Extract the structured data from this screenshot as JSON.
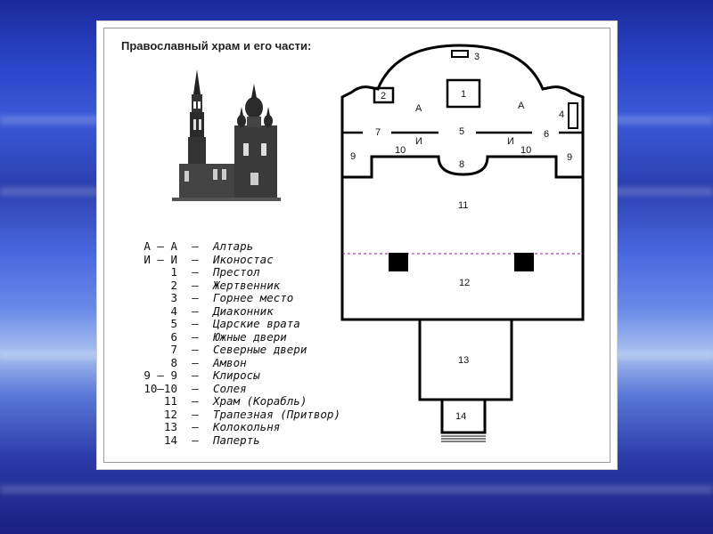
{
  "title": "Православный храм и его части:",
  "legend": [
    {
      "key": "А – А",
      "dash": "–",
      "value": "Алтарь"
    },
    {
      "key": "И – И",
      "dash": "–",
      "value": "Иконостас"
    },
    {
      "key": "1",
      "dash": "–",
      "value": "Престол"
    },
    {
      "key": "2",
      "dash": "–",
      "value": "Жертвенник"
    },
    {
      "key": "3",
      "dash": "–",
      "value": "Горнее место"
    },
    {
      "key": "4",
      "dash": "–",
      "value": "Диаконник"
    },
    {
      "key": "5",
      "dash": "–",
      "value": "Царские врата"
    },
    {
      "key": "6",
      "dash": "–",
      "value": "Южные двери"
    },
    {
      "key": "7",
      "dash": "–",
      "value": "Северные двери"
    },
    {
      "key": "8",
      "dash": "–",
      "value": "Амвон"
    },
    {
      "key": "9 – 9",
      "dash": "–",
      "value": "Клиросы"
    },
    {
      "key": "10–10",
      "dash": "–",
      "value": "Солея"
    },
    {
      "key": "11",
      "dash": "–",
      "value": "Храм (Корабль)"
    },
    {
      "key": "12",
      "dash": "–",
      "value": "Трапезная (Притвор)"
    },
    {
      "key": "13",
      "dash": "–",
      "value": "Колокольня"
    },
    {
      "key": "14",
      "dash": "–",
      "value": "Паперть"
    }
  ],
  "plan_labels": {
    "n1": "1",
    "n2": "2",
    "n3": "3",
    "n4": "4",
    "n5": "5",
    "n6": "6",
    "n7": "7",
    "n8": "8",
    "n9a": "9",
    "n9b": "9",
    "n10a": "10",
    "n10b": "10",
    "n11": "11",
    "n12": "12",
    "n13": "13",
    "n14": "14",
    "altar_a1": "А",
    "altar_a2": "А",
    "icon_i1": "И",
    "icon_i2": "И"
  }
}
